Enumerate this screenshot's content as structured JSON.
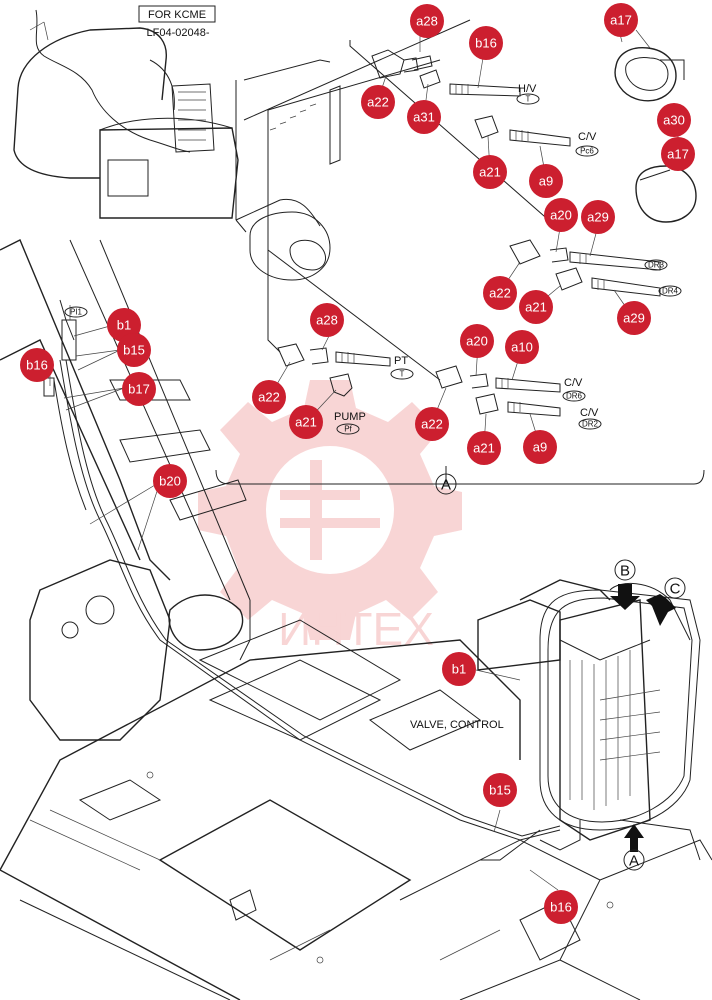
{
  "header": {
    "boxed_label": "FOR KCME",
    "part_code": "LF04-02048-"
  },
  "watermark": {
    "text": "ИНТЕХ",
    "color": "#f3b3b3"
  },
  "colors": {
    "badge": "#cc1f2f",
    "badge_text": "#ffffff",
    "line": "#222222"
  },
  "badges": [
    "a28",
    "b16",
    "a17",
    "a22",
    "a31",
    "a30",
    "a17",
    "a21",
    "a9",
    "a20",
    "a29",
    "a22",
    "a21",
    "a29",
    "b1",
    "b15",
    "b16",
    "b17",
    "a28",
    "a22",
    "a21",
    "a20",
    "a10",
    "a22",
    "a21",
    "a9",
    "b20",
    "b1",
    "b15",
    "b16"
  ],
  "text_labels": [
    "H/V",
    "C/V",
    "PT",
    "PUMP",
    "C/V",
    "C/V",
    "VALVE, CONTROL"
  ],
  "oval_labels": [
    "T",
    "Pc6",
    "DR3",
    "DR4",
    "T",
    "Pf",
    "DR6",
    "DR2",
    "PI1"
  ],
  "circle_labels": [
    "A",
    "B",
    "C",
    "A"
  ]
}
